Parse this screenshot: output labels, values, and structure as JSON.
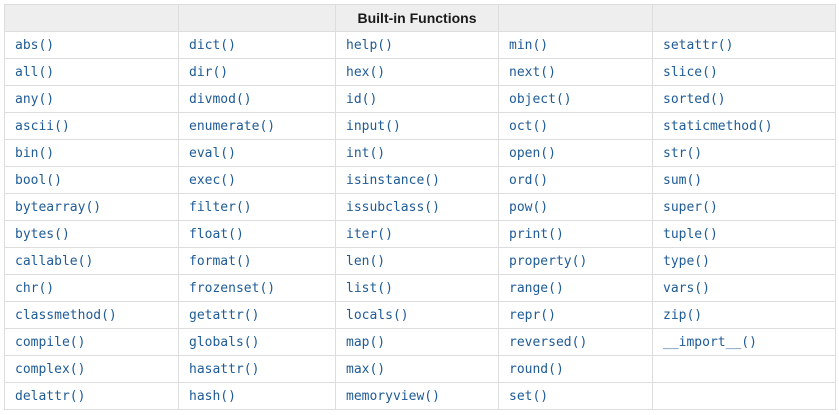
{
  "colors": {
    "link_color": "#1e5b97",
    "header_bg": "#eeeeee",
    "border_color": "#dddddd",
    "header_text": "#1a1a1a",
    "page_bg": "#ffffff"
  },
  "table": {
    "header_title": "Built-in Functions",
    "header_cells": [
      "",
      "",
      "Built-in Functions",
      "",
      ""
    ],
    "column_count": 5,
    "rows": [
      [
        "abs()",
        "dict()",
        "help()",
        "min()",
        "setattr()"
      ],
      [
        "all()",
        "dir()",
        "hex()",
        "next()",
        "slice()"
      ],
      [
        "any()",
        "divmod()",
        "id()",
        "object()",
        "sorted()"
      ],
      [
        "ascii()",
        "enumerate()",
        "input()",
        "oct()",
        "staticmethod()"
      ],
      [
        "bin()",
        "eval()",
        "int()",
        "open()",
        "str()"
      ],
      [
        "bool()",
        "exec()",
        "isinstance()",
        "ord()",
        "sum()"
      ],
      [
        "bytearray()",
        "filter()",
        "issubclass()",
        "pow()",
        "super()"
      ],
      [
        "bytes()",
        "float()",
        "iter()",
        "print()",
        "tuple()"
      ],
      [
        "callable()",
        "format()",
        "len()",
        "property()",
        "type()"
      ],
      [
        "chr()",
        "frozenset()",
        "list()",
        "range()",
        "vars()"
      ],
      [
        "classmethod()",
        "getattr()",
        "locals()",
        "repr()",
        "zip()"
      ],
      [
        "compile()",
        "globals()",
        "map()",
        "reversed()",
        "__import__()"
      ],
      [
        "complex()",
        "hasattr()",
        "max()",
        "round()",
        ""
      ],
      [
        "delattr()",
        "hash()",
        "memoryview()",
        "set()",
        ""
      ]
    ]
  }
}
